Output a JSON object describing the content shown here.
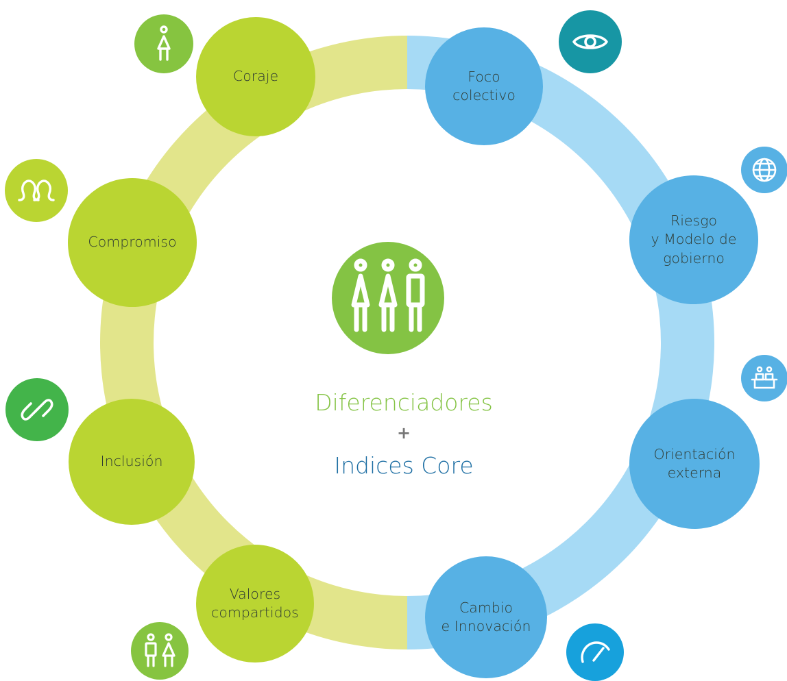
{
  "colors": {
    "ring_green": "#e2e58b",
    "ring_blue": "#a6daf5",
    "node_green": "#bad532",
    "node_blue": "#57b1e4",
    "center_green": "#84c344",
    "title_green": "#84c344",
    "title_blue": "#1d6ea3",
    "plus_gray": "#777777"
  },
  "center": {
    "icon": "people-group-icon",
    "title": "Diferenciadores",
    "plus": "+",
    "subtitle": "Indices Core"
  },
  "nodes": [
    {
      "id": "coraje",
      "label": "Coraje",
      "side": "green",
      "icon": "person-icon",
      "icon_color": "#86c440"
    },
    {
      "id": "compromiso",
      "label": "Compromiso",
      "side": "green",
      "icon": "linked-people-icon",
      "icon_color": "#bad532"
    },
    {
      "id": "inclusion",
      "label": "Inclusión",
      "side": "green",
      "icon": "chain-link-icon",
      "icon_color": "#43b44a"
    },
    {
      "id": "valores",
      "label": "Valores\ncompartidos",
      "side": "green",
      "icon": "two-people-icon",
      "icon_color": "#86c440"
    },
    {
      "id": "foco",
      "label": "Foco\ncolectivo",
      "side": "blue",
      "icon": "eye-icon",
      "icon_color": "#1796a4"
    },
    {
      "id": "riesgo",
      "label": "Riesgo\ny Modelo de\ngobierno",
      "side": "blue",
      "icon": "globe-icon",
      "icon_color": "#57b1e4"
    },
    {
      "id": "orientacion",
      "label": "Orientación\nexterna",
      "side": "blue",
      "icon": "people-at-desk-icon",
      "icon_color": "#57b1e4"
    },
    {
      "id": "cambio",
      "label": "Cambio\ne Innovación",
      "side": "blue",
      "icon": "speedometer-icon",
      "icon_color": "#17a1dc"
    }
  ]
}
